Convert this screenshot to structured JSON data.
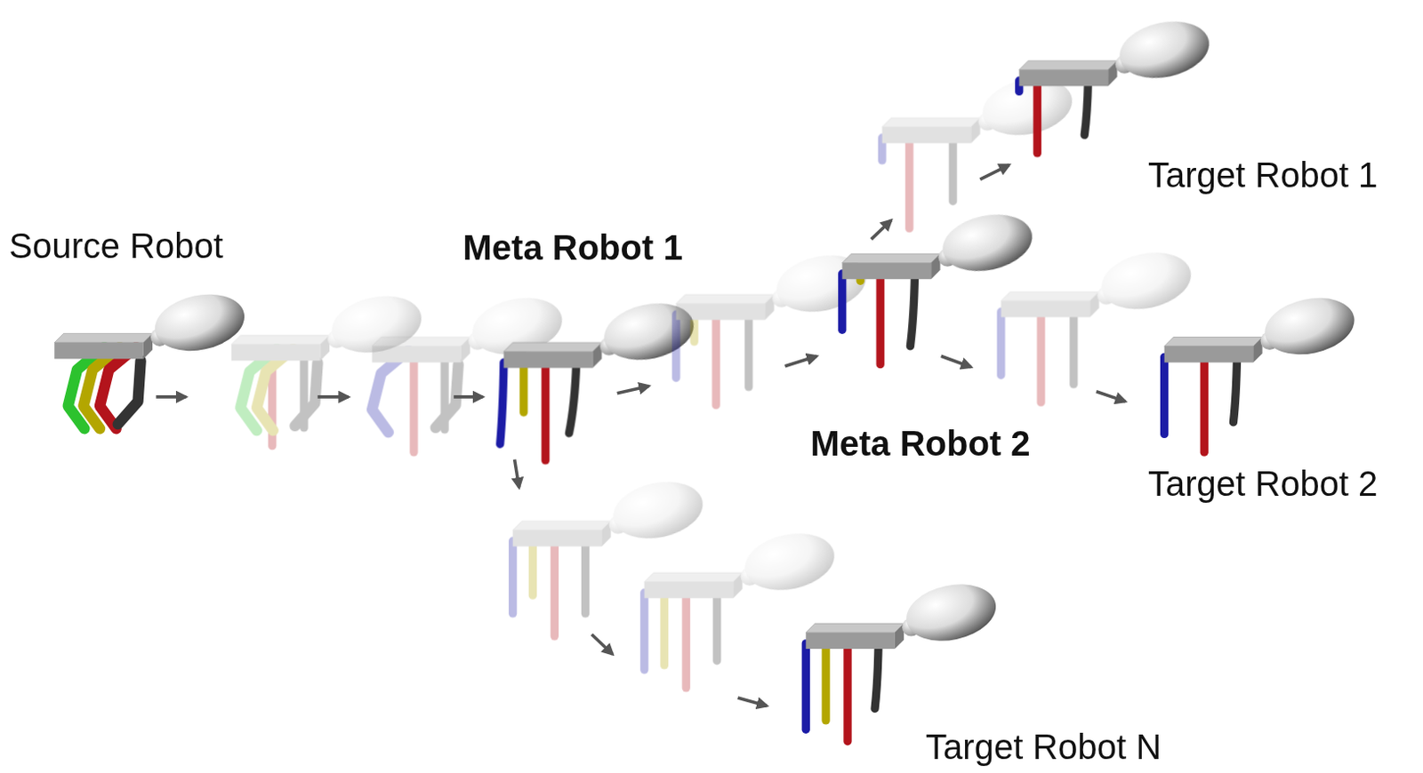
{
  "diagram": {
    "labels": [
      "Source Robot",
      "Meta Robot 1",
      "Target Robot 1",
      "Meta Robot 2",
      "Target Robot 2",
      "Target Robot N"
    ]
  }
}
